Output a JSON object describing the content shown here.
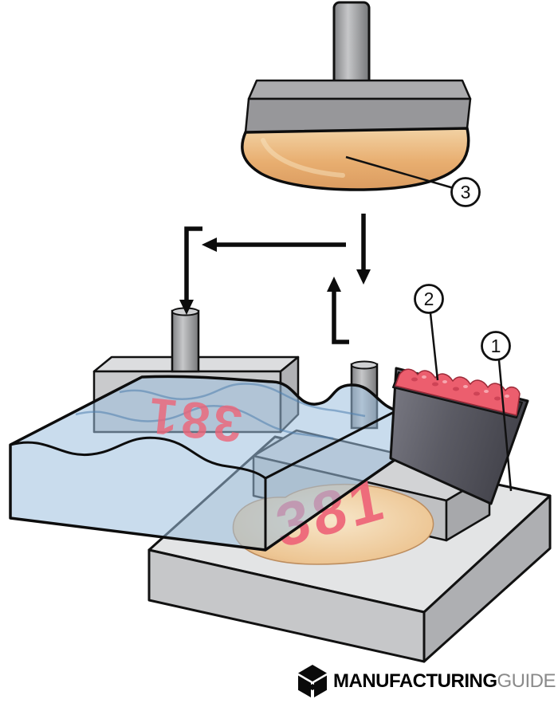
{
  "figure": {
    "print_text": "381",
    "callouts": [
      {
        "label": "1"
      },
      {
        "label": "2"
      },
      {
        "label": "3"
      }
    ]
  },
  "logo": {
    "brand_primary": "MANUFACTURING",
    "brand_secondary": "GUIDE"
  },
  "colors": {
    "pad_tan": "#e7ad72",
    "ink_red": "#ec5e6e",
    "ink_red_light": "#f8aeb6",
    "product_blue": "#9dbfde",
    "print_pink": "#ee6478",
    "outline": "#111111",
    "metal_light": "#d9dadb",
    "metal_mid": "#c3c4c6",
    "metal_dark": "#a9aaac",
    "unit_dark": "#56565e"
  }
}
